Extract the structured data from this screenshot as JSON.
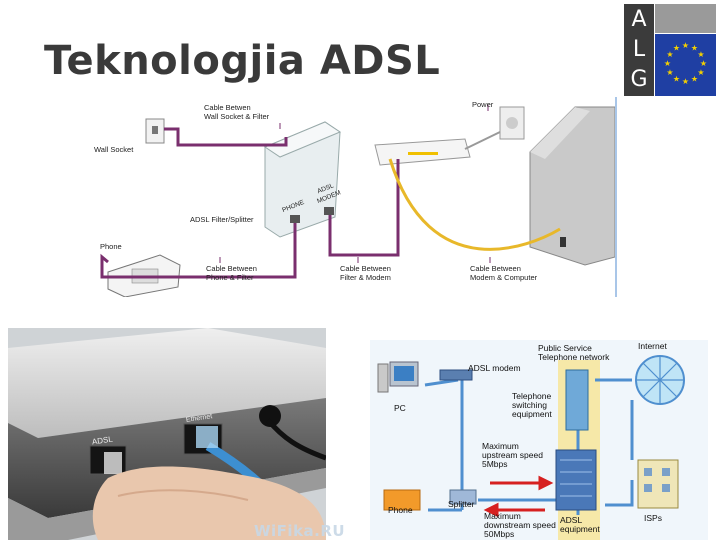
{
  "slide": {
    "title": "Teknologjia ADSL",
    "logo_letters": [
      "A",
      "L",
      "G"
    ]
  },
  "diagram_top": {
    "labels": {
      "cable_wall": "Cable Betwen\nWall Socket & Filter",
      "power": "Power",
      "wall_socket": "Wall Socket",
      "filter": "ADSL Filter/Splitter",
      "phone": "Phone",
      "cable_phone": "Cable Between\nPhone & Filter",
      "cable_modem": "Cable Between\nFilter & Modem",
      "cable_computer": "Cable Between\nModem & Computer",
      "port_phone": "PHONE",
      "port_modem": "ADSL\nMODEM"
    }
  },
  "photo": {
    "port_adsl": "ADSL",
    "port_ethernet": "Ethernet"
  },
  "diagram_bottom": {
    "labels": {
      "pstn": "Public Service\nTelephone network",
      "internet": "Internet",
      "adsl_modem": "ADSL modem",
      "pc": "PC",
      "telephone_switching": "Telephone\nswitching\nequipment",
      "upstream": "Maximum\nupstream speed\n5Mbps",
      "downstream": "Maximum\ndownstream speed\n50Mbps",
      "phone": "Phone",
      "splitter": "Splitter",
      "adsl_equipment": "ADSL\nequipment",
      "isps": "ISPs"
    }
  },
  "watermark": "WiFika.RU",
  "colors": {
    "title": "#3a3a3a",
    "purple_cable": "#7a2f6e",
    "yellow_cable": "#e8b82a",
    "blue_line": "#4f8fcf",
    "red_arrow": "#d62020",
    "logo_blue": "#1f3fa3",
    "logo_star": "#f4d000"
  }
}
